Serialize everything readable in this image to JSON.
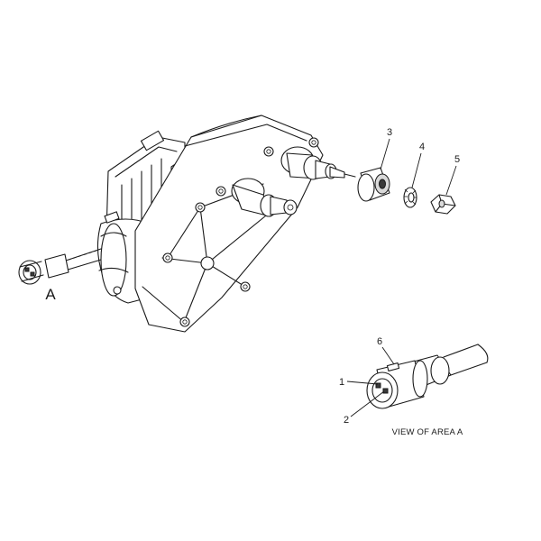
{
  "callouts": {
    "c1": "1",
    "c2": "2",
    "c3": "3",
    "c4": "4",
    "c5": "5",
    "c6": "6",
    "area": "A"
  },
  "view_caption": "VIEW OF AREA A"
}
